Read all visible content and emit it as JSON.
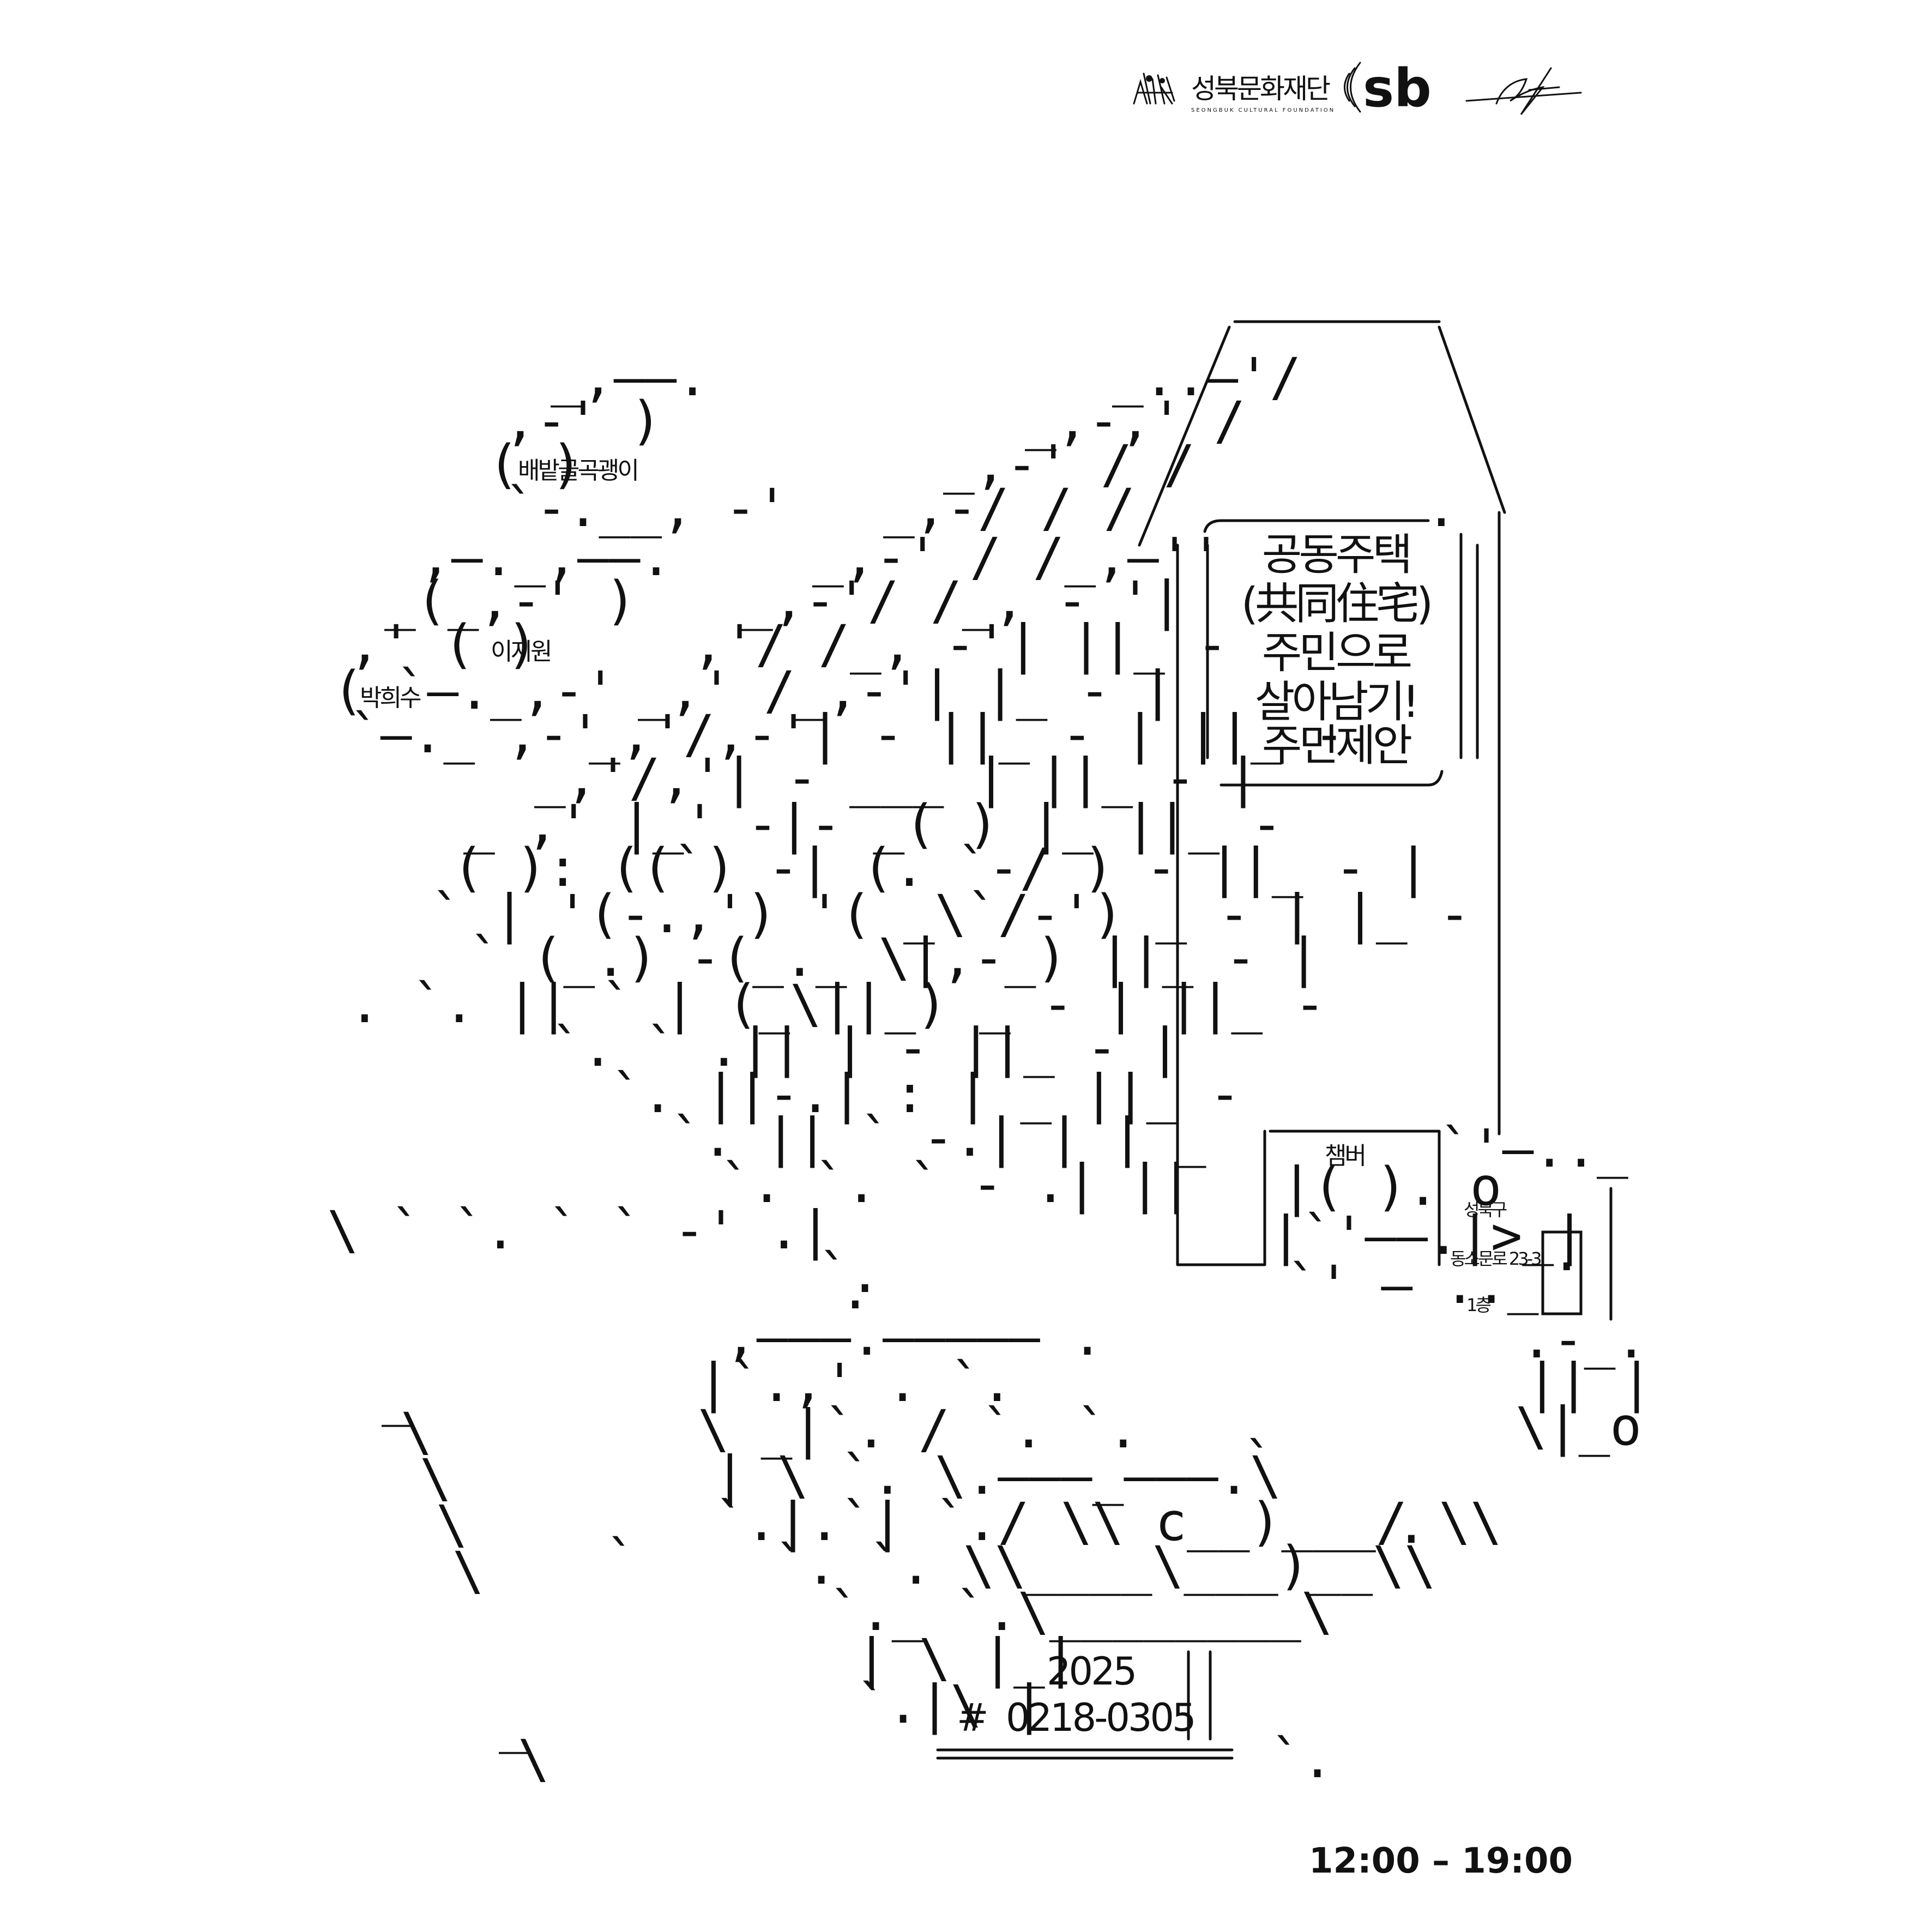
{
  "header": {
    "foundation_name": "성북문화재단",
    "foundation_sub": "SEONGBUK CULTURAL FOUNDATION",
    "partner_logo_text": "sb"
  },
  "clouds": {
    "cloud1": "배밭골곡괭이",
    "cloud2": "이지원",
    "cloud3": "박희수"
  },
  "title_lines": [
    "공동주택",
    "(共同住宅)",
    "주민으로",
    "살아남기!",
    "주민제안"
  ],
  "venue": {
    "name": "챔버",
    "district": "성북구",
    "street": "동소문로 23-3",
    "floor": "1층"
  },
  "book": {
    "year": "2025",
    "hash": "#",
    "dates": "0218-0305"
  },
  "hours": "12:00 – 19:00",
  "colors": {
    "ink": "#111111",
    "paper": "#ffffff"
  },
  "icons": [
    "foundation-logo-icon",
    "sb-logo-icon",
    "signature-logo-icon"
  ]
}
